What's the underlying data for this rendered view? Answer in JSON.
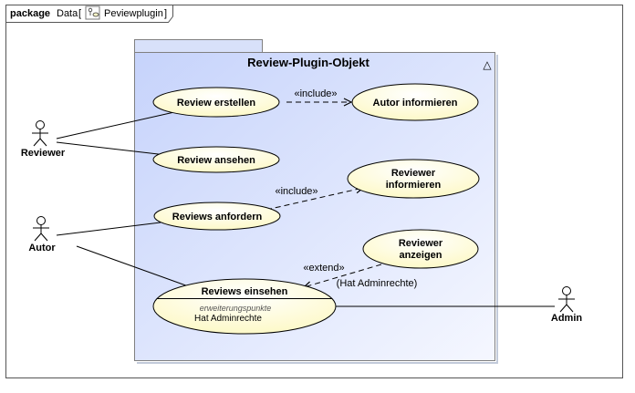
{
  "frame": {
    "keyword": "package",
    "name": "Data",
    "bracket_open": "[",
    "diagram_name": "Peviewplugin",
    "bracket_close": "]"
  },
  "subject": {
    "title": "Review-Plugin-Objekt",
    "corner_glyph": "△"
  },
  "actors": {
    "reviewer": "Reviewer",
    "autor": "Autor",
    "admin": "Admin"
  },
  "usecases": {
    "review_erstellen": "Review erstellen",
    "autor_informieren": "Autor informieren",
    "review_ansehen": "Review ansehen",
    "reviewer_informieren_1": "Reviewer",
    "reviewer_informieren_2": "informieren",
    "reviews_anfordern": "Reviews anfordern",
    "reviewer_anzeigen_1": "Reviewer",
    "reviewer_anzeigen_2": "anzeigen",
    "reviews_einsehen": "Reviews einsehen",
    "extension_points_label": "erweiterungspunkte",
    "extension_point": "Hat Adminrechte"
  },
  "relations": {
    "include_1": "«include»",
    "include_2": "«include»",
    "extend": "«extend»",
    "extend_condition": "(Hat Adminrechte)"
  },
  "colors": {
    "usecase_fill": "#fffde1",
    "subject_fill_light": "#f4f6ff",
    "subject_fill_dark": "#c8d4fa",
    "subject_tab": "#d9e2fb",
    "stroke": "#000000",
    "frame_stroke": "#555555"
  }
}
